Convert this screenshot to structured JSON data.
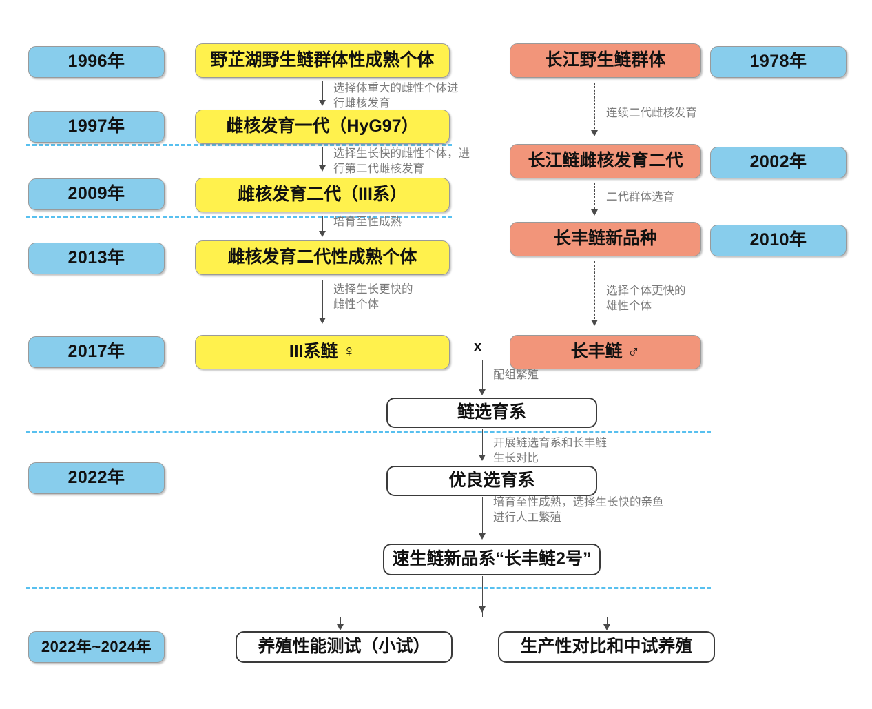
{
  "diagram": {
    "title": "鲢选育系育种技术路线图",
    "colors": {
      "year_badge": "#88cdec",
      "left_lineage": "#fff14d",
      "right_lineage": "#f2957a",
      "result_box": "#ffffff",
      "separator": "#58c0ef",
      "connector": "#4a4a4a",
      "note_text": "#7a7a7a"
    },
    "years": {
      "y1996": "1996年",
      "y1997": "1997年",
      "y2009": "2009年",
      "y2013": "2013年",
      "y2017": "2017年",
      "y2022": "2022年",
      "y2022_2024": "2022年~2024年",
      "y1978": "1978年",
      "y2002": "2002年",
      "y2010": "2010年"
    },
    "left_branch": {
      "n1": "野芷湖野生鲢群体性成熟个体",
      "n2": "雌核发育一代（HyG97）",
      "n3": "雌核发育二代（III系）",
      "n4": "雌核发育二代性成熟个体",
      "n5": "III系鲢 ♀"
    },
    "right_branch": {
      "n1": "长江野生鲢群体",
      "n2": "长江鲢雌核发育二代",
      "n3": "长丰鲢新品种",
      "n4": "长丰鲢 ♂"
    },
    "results": {
      "r1": "鲢选育系",
      "r2": "优良选育系",
      "r3": "速生鲢新品系“长丰鲢2号”",
      "r4": "养殖性能测试（小试）",
      "r5": "生产性对比和中试养殖"
    },
    "cross_symbol": "x",
    "notes": {
      "left_a": "选择体重大的雌性个体进\n行雌核发育",
      "left_b": "选择生长快的雌性个体，进\n行第二代雌核发育",
      "left_c": "培育至性成熟",
      "left_d": "选择生长更快的\n雌性个体",
      "right_a": "连续二代雌核发育",
      "right_b": "二代群体选育",
      "right_c": "选择个体更快的\n雄性个体",
      "mid_a": "配组繁殖",
      "mid_b": "开展鲢选育系和长丰鲢\n生长对比",
      "mid_c": "培育至性成熟，选择生长快的亲鱼\n进行人工繁殖"
    }
  }
}
